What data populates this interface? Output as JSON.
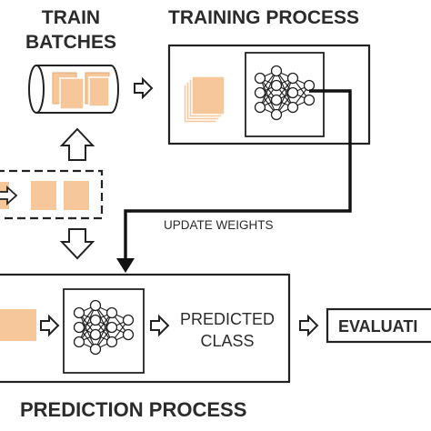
{
  "labels": {
    "train_batches_line1": "TRAIN",
    "train_batches_line2": "BATCHES",
    "training_process": "TRAINING PROCESS",
    "update_weights": "UPDATE WEIGHTS",
    "predicted_class_line1": "PREDICTED",
    "predicted_class_line2": "CLASS",
    "evaluation": "EVALUATI",
    "prediction_process": "PREDICTION PROCESS"
  },
  "colors": {
    "sample_fill": "#f7c79c",
    "sample_stroke": "#f1b27c",
    "line": "#222222",
    "text": "#2b2b2b"
  }
}
